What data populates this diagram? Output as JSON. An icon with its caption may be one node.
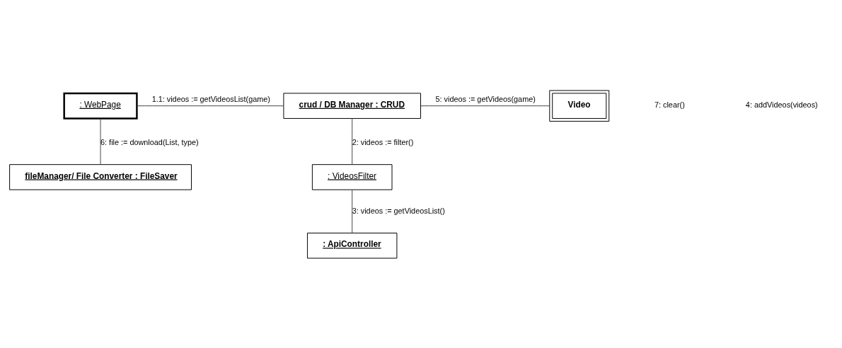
{
  "diagram": {
    "nodes": [
      {
        "text": [
          ": WebPage"
        ]
      },
      {
        "text": [
          "crud / DB Manager : CRUD"
        ]
      },
      {
        "text": [
          "Video"
        ]
      },
      {
        "text": [
          "fileManager/ File Converter : FileSaver"
        ]
      },
      {
        "text": [
          ": VideosFilter"
        ]
      },
      {
        "text": [
          ": ApiController"
        ]
      }
    ],
    "edges": [
      {
        "from": 0,
        "to": 1,
        "arrow": "none",
        "label": "1.1: videos := getVideosList(game)"
      },
      {
        "from": 1,
        "to": 2,
        "arrow": "none",
        "label": "5: videos := getVideos(game)"
      },
      {
        "from": 0,
        "to": 3,
        "arrow": "none",
        "label": "6: file := download(List, type)"
      },
      {
        "from": 1,
        "to": 4,
        "arrow": "none",
        "label": "2: videos := filter()"
      },
      {
        "from": 4,
        "to": 5,
        "arrow": "none",
        "label": "3: videos := getVideosList()"
      }
    ],
    "labels": [
      "7: clear()",
      "4: addVideos(videos)"
    ]
  }
}
